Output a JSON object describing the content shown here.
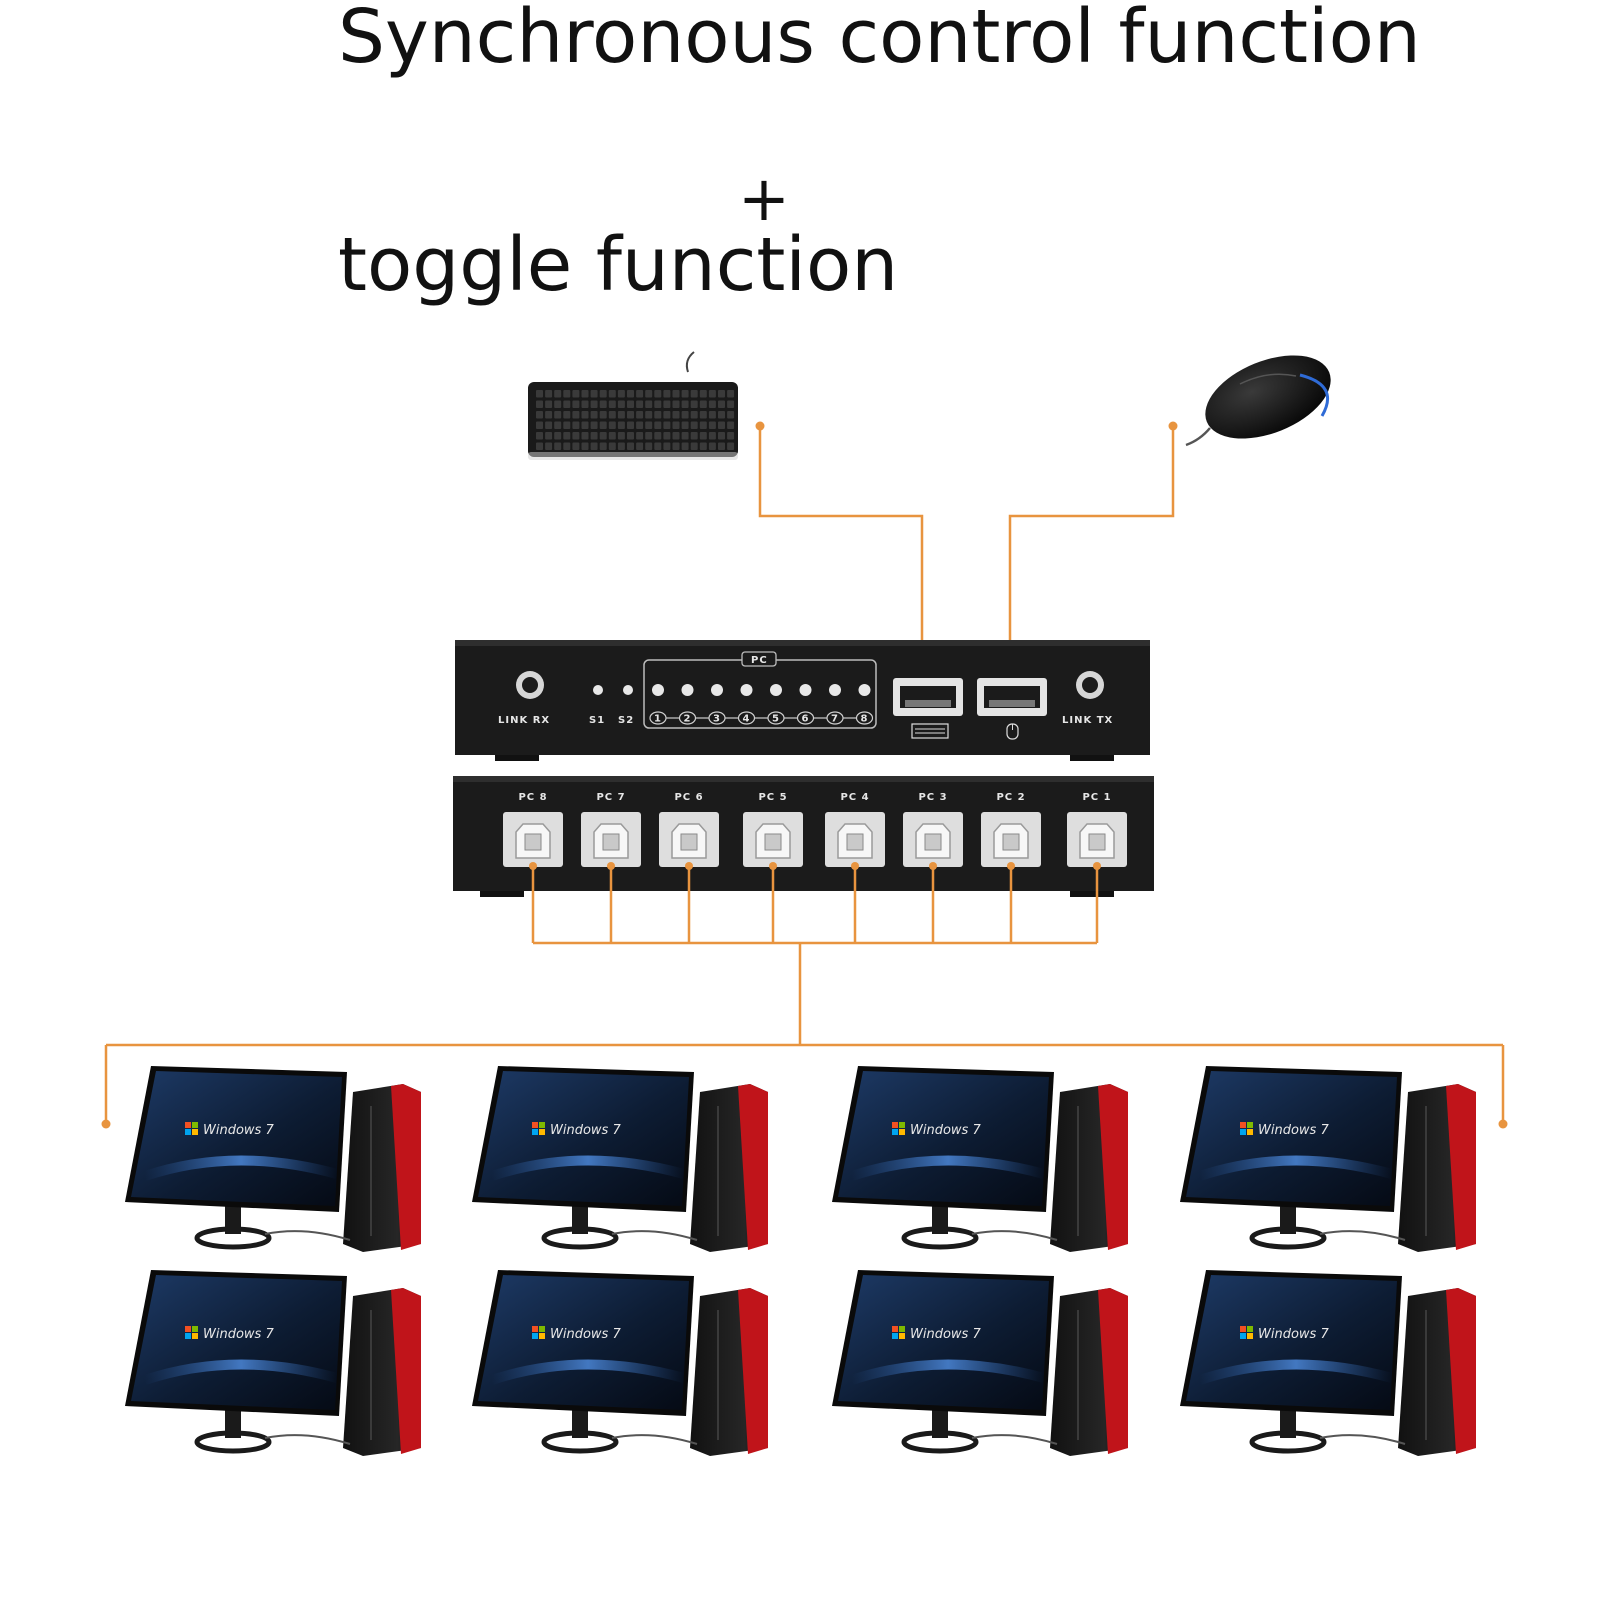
{
  "title": {
    "line1": "Synchronous control function",
    "plus": "+",
    "line2": "toggle function"
  },
  "colors": {
    "wire": "#e8943f",
    "device": "#1b1b1b",
    "case_accent": "#c0141a",
    "screen": "#0f2038"
  },
  "icons": [
    "keyboard-icon",
    "mouse-icon",
    "windows-logo-icon",
    "mouse-port-icon",
    "keyboard-port-icon"
  ],
  "kvm_front": {
    "link_rx": "LINK RX",
    "link_tx": "LINK TX",
    "pc_group": "PC",
    "s1": "S1",
    "s2": "S2",
    "pc_numbers": [
      "1",
      "2",
      "3",
      "4",
      "5",
      "6",
      "7",
      "8"
    ]
  },
  "kvm_back": {
    "port_labels": [
      "PC 8",
      "PC 7",
      "PC 6",
      "PC 5",
      "PC 4",
      "PC 3",
      "PC 2",
      "PC 1"
    ]
  },
  "computers": {
    "count": 8,
    "screen_text": "Windows 7"
  }
}
